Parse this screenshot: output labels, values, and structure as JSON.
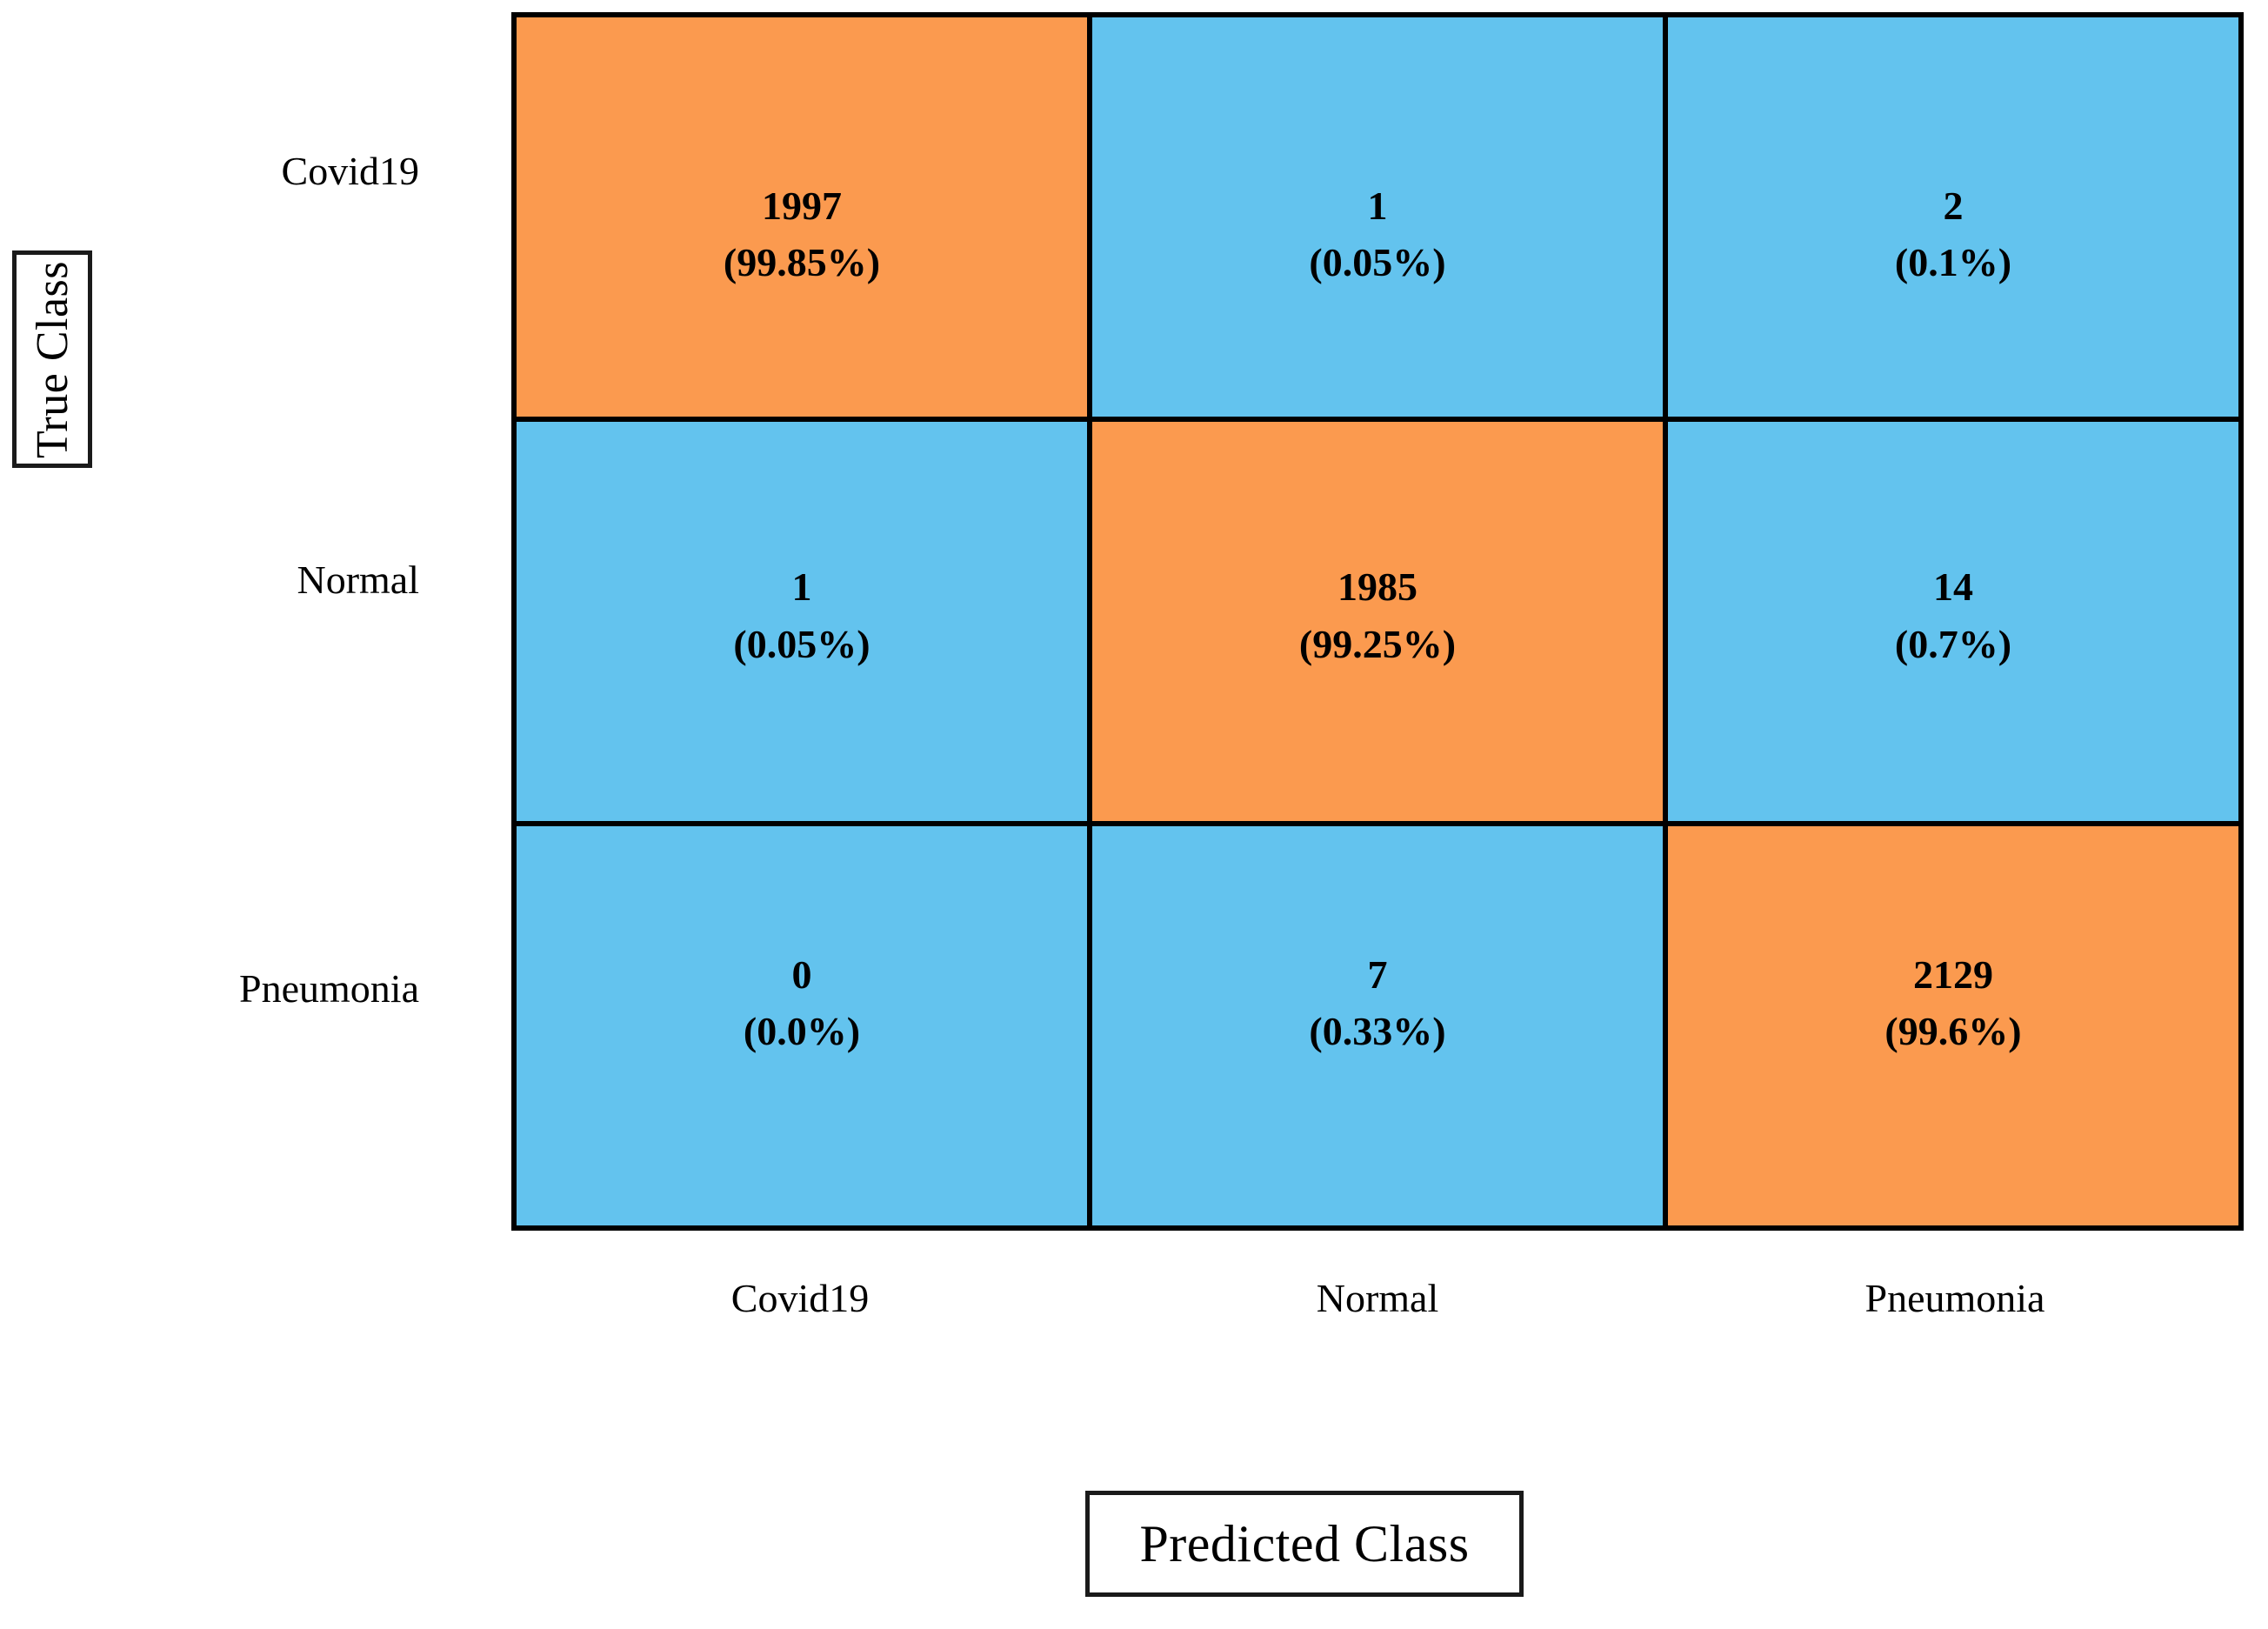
{
  "chart_data": {
    "type": "heatmap",
    "subtype": "confusion-matrix",
    "title": "",
    "xlabel": "Predicted Class",
    "ylabel": "True Class",
    "categories": [
      "Covid19",
      "Normal",
      "Pneumonia"
    ],
    "row_labels": [
      "Covid19",
      "Normal",
      "Pneumonia"
    ],
    "column_labels": [
      "Covid19",
      "Normal",
      "Pneumonia"
    ],
    "values": [
      [
        1997,
        1,
        2
      ],
      [
        1,
        1985,
        14
      ],
      [
        0,
        7,
        2129
      ]
    ],
    "percents": [
      [
        "99.85%",
        "0.05%",
        "0.1%"
      ],
      [
        "0.05%",
        "99.25%",
        "0.7%"
      ],
      [
        "0.0%",
        "0.33%",
        "99.6%"
      ]
    ],
    "colors": {
      "diagonal": "#fb9a4f",
      "off_diagonal": "#63c3ee",
      "grid_line": "#000000",
      "text": "#000000",
      "background": "#ffffff"
    },
    "legend": "none",
    "grid": true
  },
  "axis_titles": {
    "y": "True Class",
    "x": "Predicted Class"
  },
  "cells": [
    [
      {
        "count": "1997",
        "percent": "(99.85%)",
        "highlight": true
      },
      {
        "count": "1",
        "percent": "(0.05%)",
        "highlight": false
      },
      {
        "count": "2",
        "percent": "(0.1%)",
        "highlight": false
      }
    ],
    [
      {
        "count": "1",
        "percent": "(0.05%)",
        "highlight": false
      },
      {
        "count": "1985",
        "percent": "(99.25%)",
        "highlight": true
      },
      {
        "count": "14",
        "percent": "(0.7%)",
        "highlight": false
      }
    ],
    [
      {
        "count": "0",
        "percent": "(0.0%)",
        "highlight": false
      },
      {
        "count": "7",
        "percent": "(0.33%)",
        "highlight": false
      },
      {
        "count": "2129",
        "percent": "(99.6%)",
        "highlight": true
      }
    ]
  ]
}
